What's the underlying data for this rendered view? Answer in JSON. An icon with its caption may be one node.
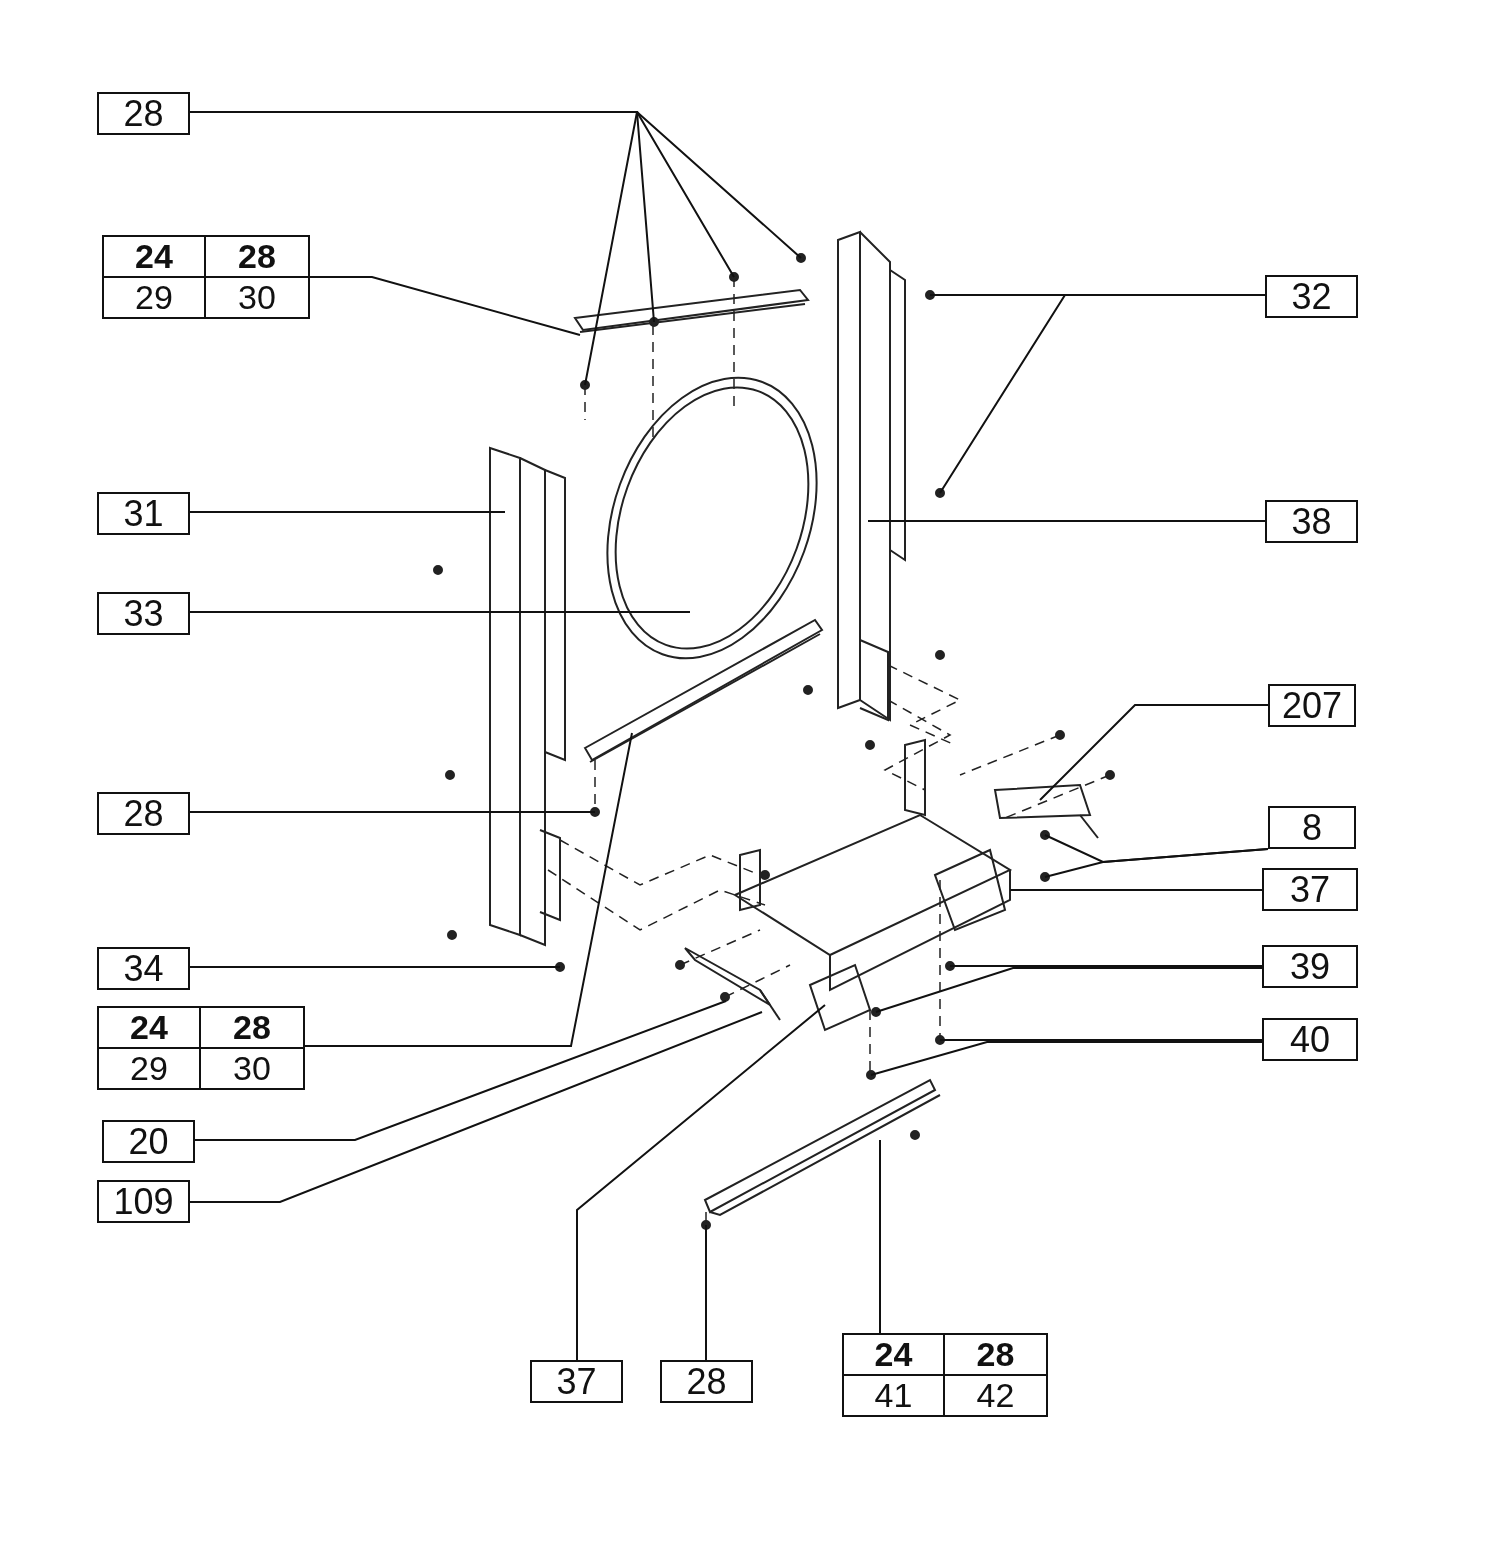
{
  "diagram": {
    "nodes": [
      {
        "text": [
          "28"
        ]
      },
      {
        "text": [
          "24",
          "28",
          "29",
          "30"
        ]
      },
      {
        "text": [
          "32"
        ]
      },
      {
        "text": [
          "31"
        ]
      },
      {
        "text": [
          "38"
        ]
      },
      {
        "text": [
          "33"
        ]
      },
      {
        "text": [
          "207"
        ]
      },
      {
        "text": [
          "28"
        ]
      },
      {
        "text": [
          "8"
        ]
      },
      {
        "text": [
          "37"
        ]
      },
      {
        "text": [
          "34"
        ]
      },
      {
        "text": [
          "39"
        ]
      },
      {
        "text": [
          "24",
          "28",
          "29",
          "30"
        ]
      },
      {
        "text": [
          "40"
        ]
      },
      {
        "text": [
          "20"
        ]
      },
      {
        "text": [
          "109"
        ]
      },
      {
        "text": [
          "37"
        ]
      },
      {
        "text": [
          "28"
        ]
      },
      {
        "text": [
          "24",
          "28",
          "41",
          "42"
        ]
      }
    ],
    "edges": [
      {
        "from": 0,
        "to": null,
        "arrow": "none"
      },
      {
        "from": 0,
        "to": null,
        "arrow": "none"
      },
      {
        "from": 0,
        "to": null,
        "arrow": "none"
      },
      {
        "from": 0,
        "to": null,
        "arrow": "none"
      },
      {
        "from": 1,
        "to": null,
        "arrow": "none"
      },
      {
        "from": 2,
        "to": null,
        "arrow": "none"
      },
      {
        "from": 2,
        "to": null,
        "arrow": "none"
      },
      {
        "from": 3,
        "to": null,
        "arrow": "none"
      },
      {
        "from": 4,
        "to": null,
        "arrow": "none"
      },
      {
        "from": 5,
        "to": null,
        "arrow": "none"
      },
      {
        "from": 6,
        "to": null,
        "arrow": "none"
      },
      {
        "from": 7,
        "to": null,
        "arrow": "none"
      },
      {
        "from": 8,
        "to": null,
        "arrow": "none"
      },
      {
        "from": 8,
        "to": null,
        "arrow": "none"
      },
      {
        "from": 9,
        "to": null,
        "arrow": "none"
      },
      {
        "from": 10,
        "to": null,
        "arrow": "none"
      },
      {
        "from": 11,
        "to": null,
        "arrow": "none"
      },
      {
        "from": 11,
        "to": null,
        "arrow": "none"
      },
      {
        "from": 12,
        "to": null,
        "arrow": "none"
      },
      {
        "from": 13,
        "to": null,
        "arrow": "none"
      },
      {
        "from": 13,
        "to": null,
        "arrow": "none"
      },
      {
        "from": 14,
        "to": null,
        "arrow": "none"
      },
      {
        "from": 15,
        "to": null,
        "arrow": "none"
      },
      {
        "from": 16,
        "to": null,
        "arrow": "none"
      },
      {
        "from": 17,
        "to": null,
        "arrow": "none"
      },
      {
        "from": 18,
        "to": null,
        "arrow": "none"
      }
    ]
  }
}
